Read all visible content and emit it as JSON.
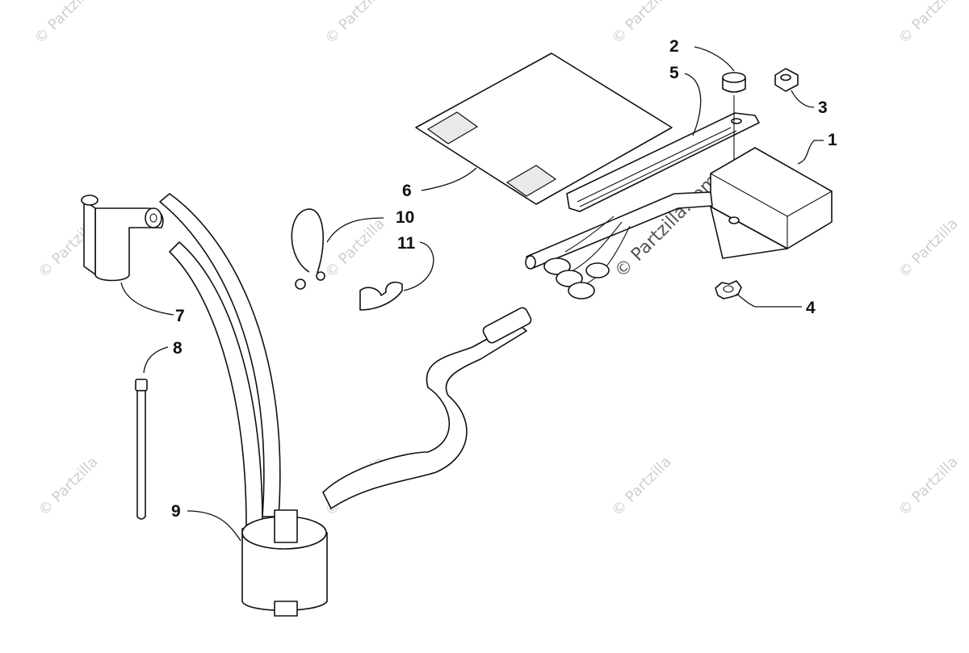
{
  "watermark": {
    "text": "© Partzilla",
    "center_text": "© Partzilla.com"
  },
  "callouts": [
    {
      "id": "1",
      "label": "1"
    },
    {
      "id": "2",
      "label": "2"
    },
    {
      "id": "3",
      "label": "3"
    },
    {
      "id": "4",
      "label": "4"
    },
    {
      "id": "5",
      "label": "5"
    },
    {
      "id": "6",
      "label": "6"
    },
    {
      "id": "7",
      "label": "7"
    },
    {
      "id": "8",
      "label": "8"
    },
    {
      "id": "9",
      "label": "9"
    },
    {
      "id": "10",
      "label": "10"
    },
    {
      "id": "11",
      "label": "11"
    }
  ]
}
